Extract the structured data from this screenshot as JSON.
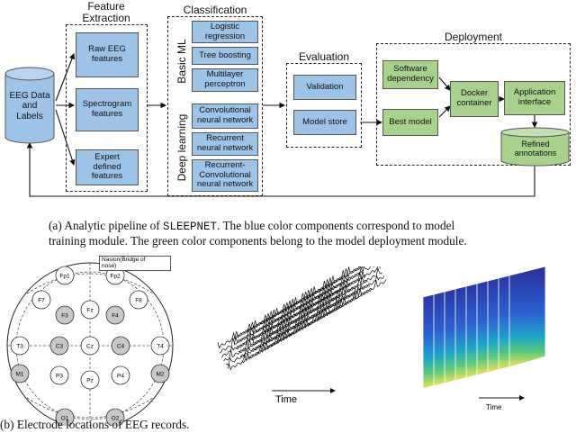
{
  "pipeline": {
    "feature_extraction": {
      "title": "Feature\nExtraction",
      "items": [
        "Raw EEG\nfeatures",
        "Spectrogram\nfeatures",
        "Expert\ndefined\nfeatures"
      ]
    },
    "classification": {
      "title": "Classification",
      "basic_ml_label": "Basic ML",
      "basic_ml_items": [
        "Logistic\nregression",
        "Tree boosting",
        "Multilayer\nperceptron"
      ],
      "deep_label": "Deep learning",
      "deep_items": [
        "Convolutional\nneural network",
        "Recurrent\nneural network",
        "Recurrent-\nConvolutional\nneural network"
      ]
    },
    "evaluation": {
      "title": "Evaluation",
      "items": [
        "Validation",
        "Model store"
      ]
    },
    "deployment": {
      "title": "Deployment",
      "items": [
        "Software\ndependency",
        "Best model",
        "Docker\ncontainer",
        "Application\ninterface",
        "Refined\nannotations"
      ]
    },
    "input": "EEG Data\nand\nLabels"
  },
  "caption_a": {
    "prefix": "(a) Analytic pipeline of ",
    "name": "SLEEPNET",
    "rest": ". The blue color components correspond to model",
    "line2": "training module. The green color components belong to the model deployment module."
  },
  "electrodes": {
    "nasion_label": "Nasion(Bridge of\nnose)",
    "labels": [
      "Fp1",
      "Fp2",
      "F7",
      "F3",
      "Fz",
      "F4",
      "F8",
      "T3",
      "C3",
      "Cz",
      "C4",
      "T4",
      "M1",
      "P3",
      "Pz",
      "P4",
      "M2",
      "O1",
      "O2"
    ]
  },
  "time_label_1": "Time",
  "time_label_2": "Time",
  "caption_b": "(b) Electrode locations of EEG records."
}
